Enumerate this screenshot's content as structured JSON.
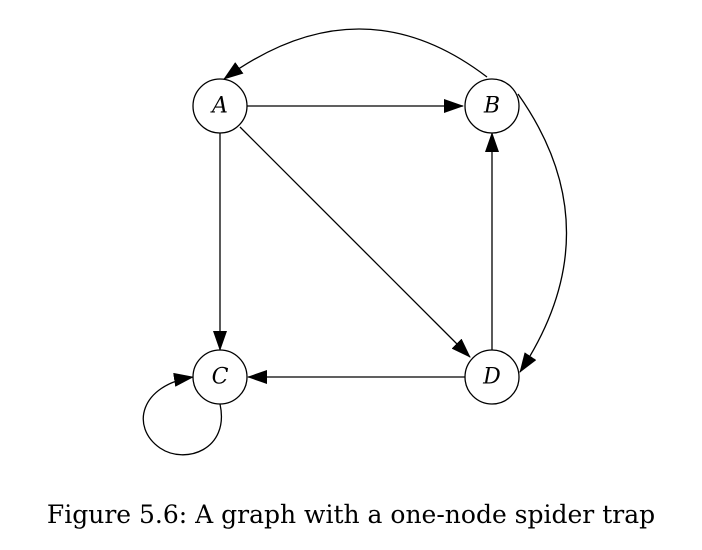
{
  "figure": {
    "caption": "Figure 5.6: A graph with a one-node spider trap"
  },
  "graph": {
    "nodes": [
      {
        "id": "A",
        "label": "A"
      },
      {
        "id": "B",
        "label": "B"
      },
      {
        "id": "C",
        "label": "C"
      },
      {
        "id": "D",
        "label": "D"
      }
    ],
    "edges": [
      {
        "from": "A",
        "to": "B"
      },
      {
        "from": "A",
        "to": "C"
      },
      {
        "from": "A",
        "to": "D"
      },
      {
        "from": "B",
        "to": "A"
      },
      {
        "from": "B",
        "to": "D"
      },
      {
        "from": "D",
        "to": "B"
      },
      {
        "from": "D",
        "to": "C"
      },
      {
        "from": "C",
        "to": "C"
      }
    ]
  },
  "colors": {
    "stroke": "#000000",
    "background": "#ffffff"
  }
}
